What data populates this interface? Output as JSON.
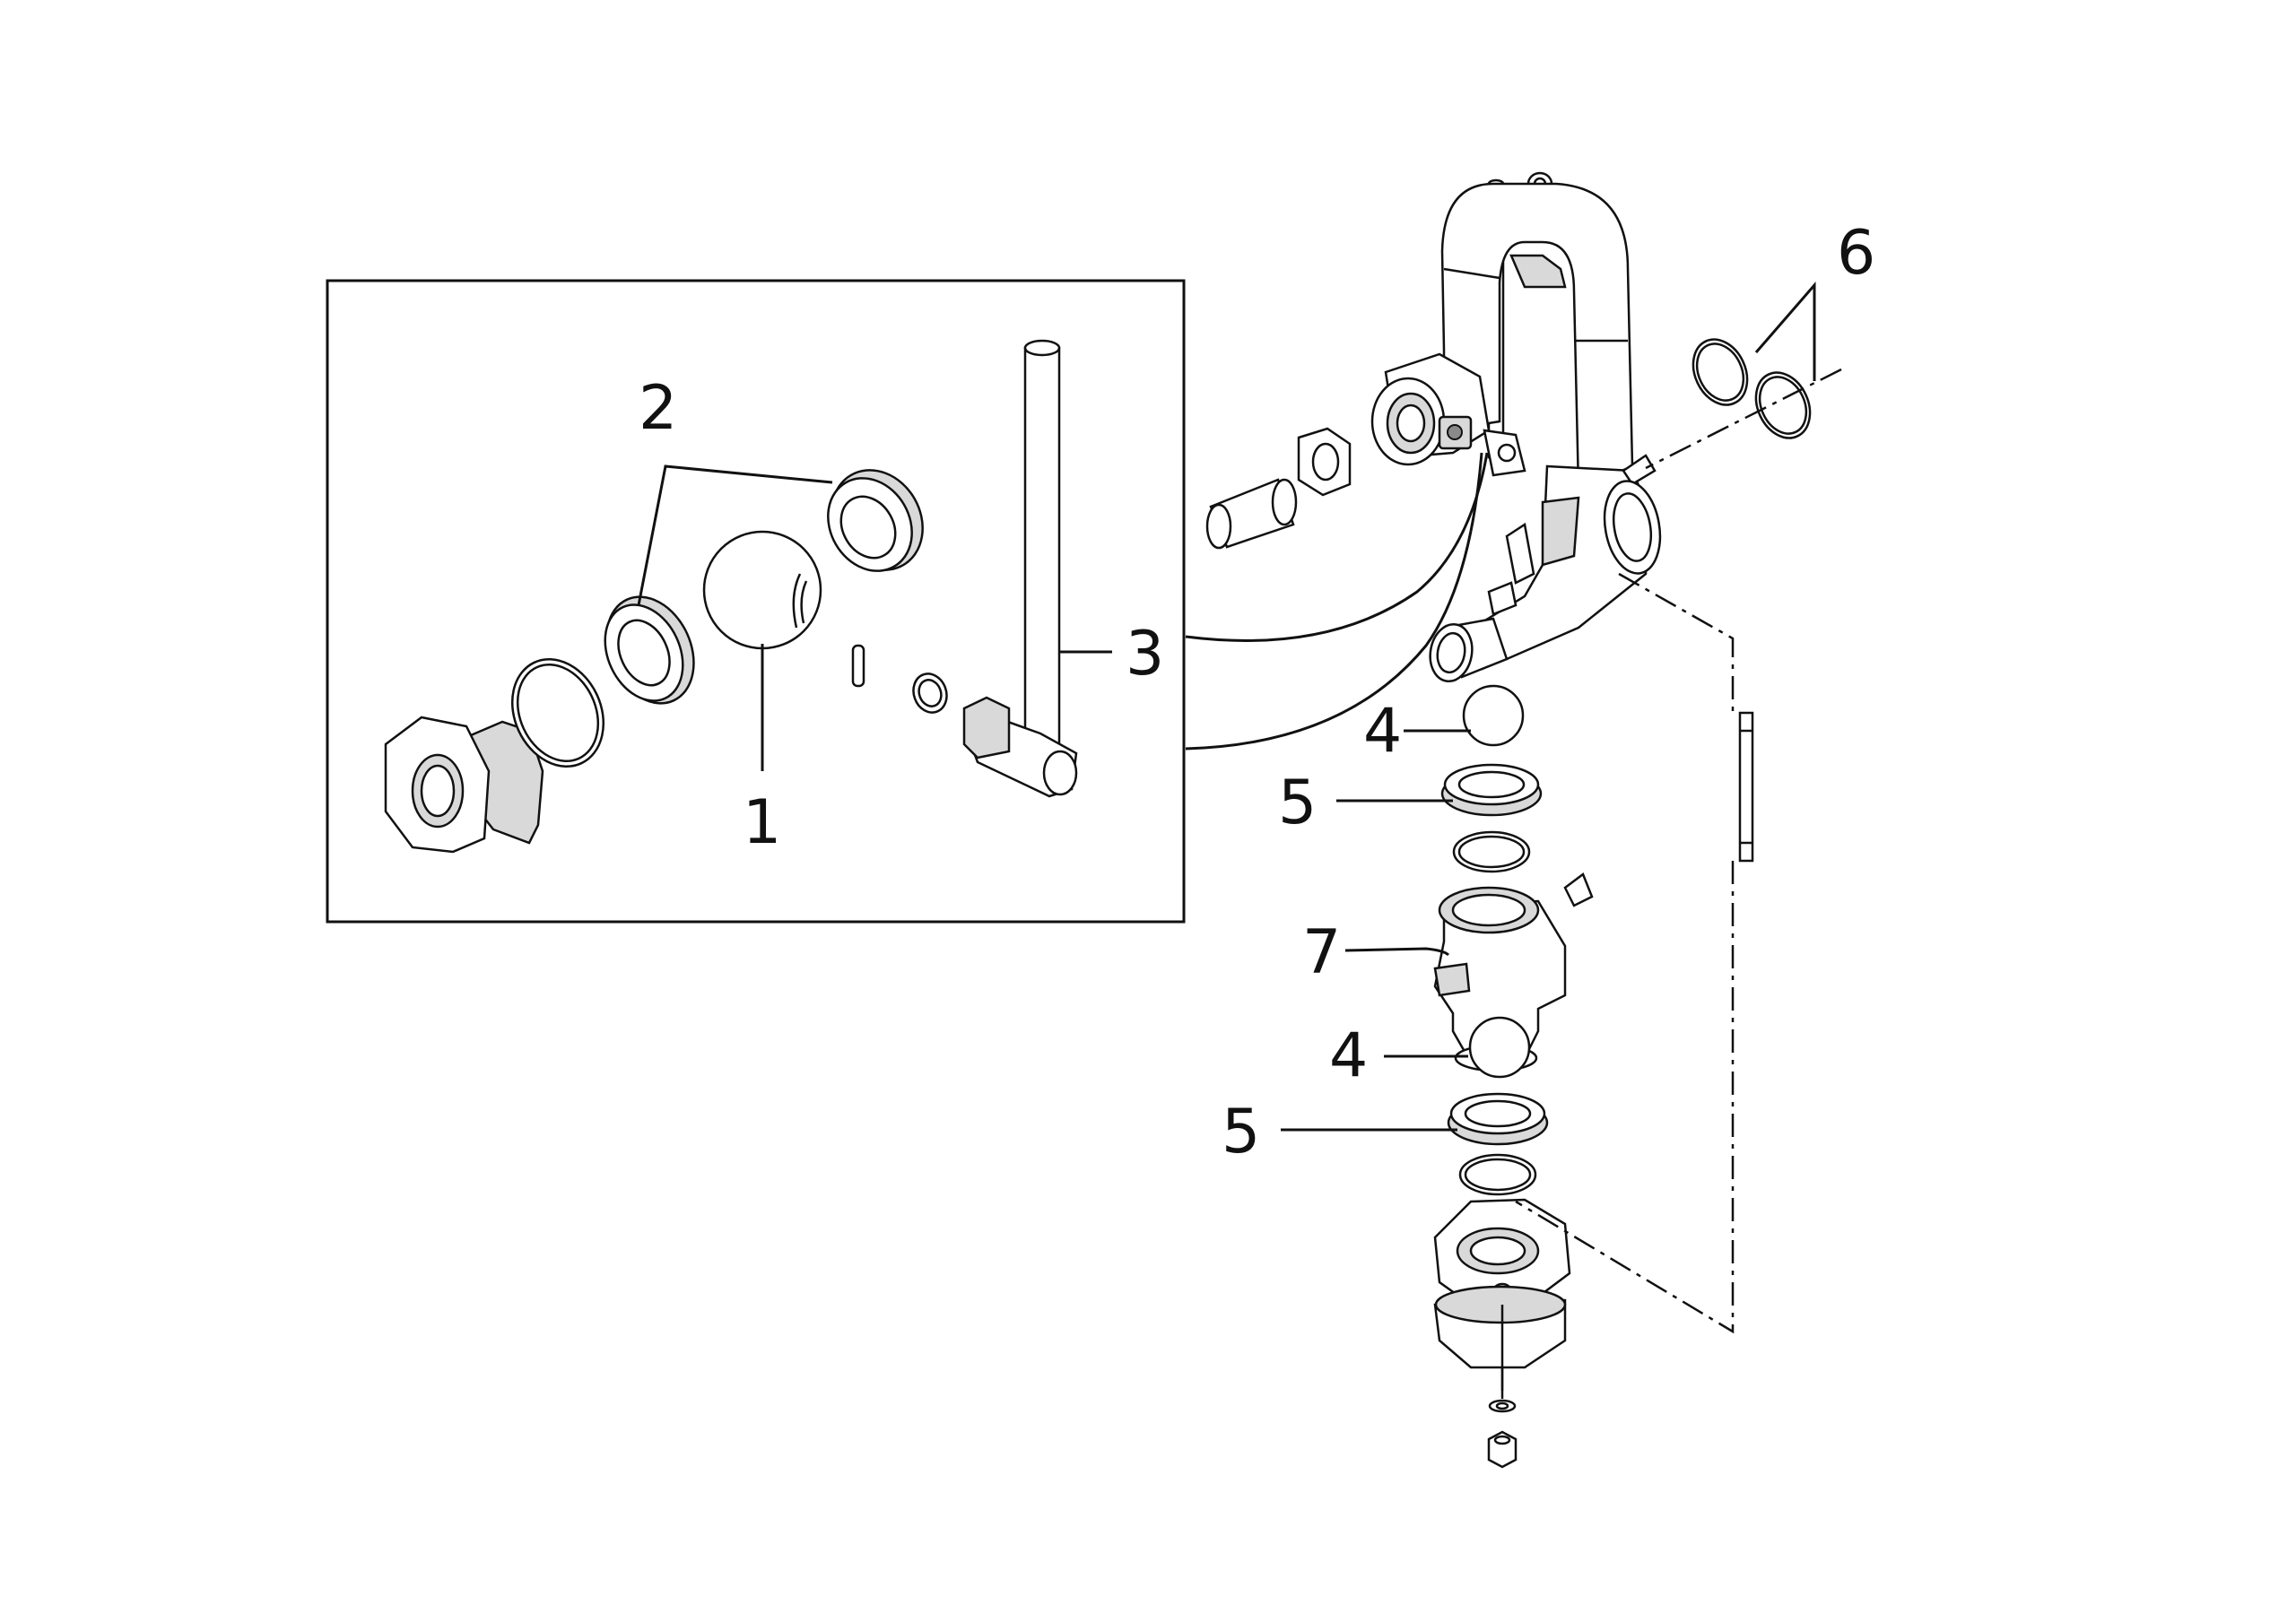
{
  "colors": {
    "line": "#111111",
    "background": "#ffffff",
    "shade": "#d9d9d9"
  },
  "callouts": {
    "c1": "1",
    "c2": "2",
    "c3": "3",
    "c4a": "4",
    "c4b": "4",
    "c5a": "5",
    "c5b": "5",
    "c6": "6",
    "c7": "7"
  }
}
